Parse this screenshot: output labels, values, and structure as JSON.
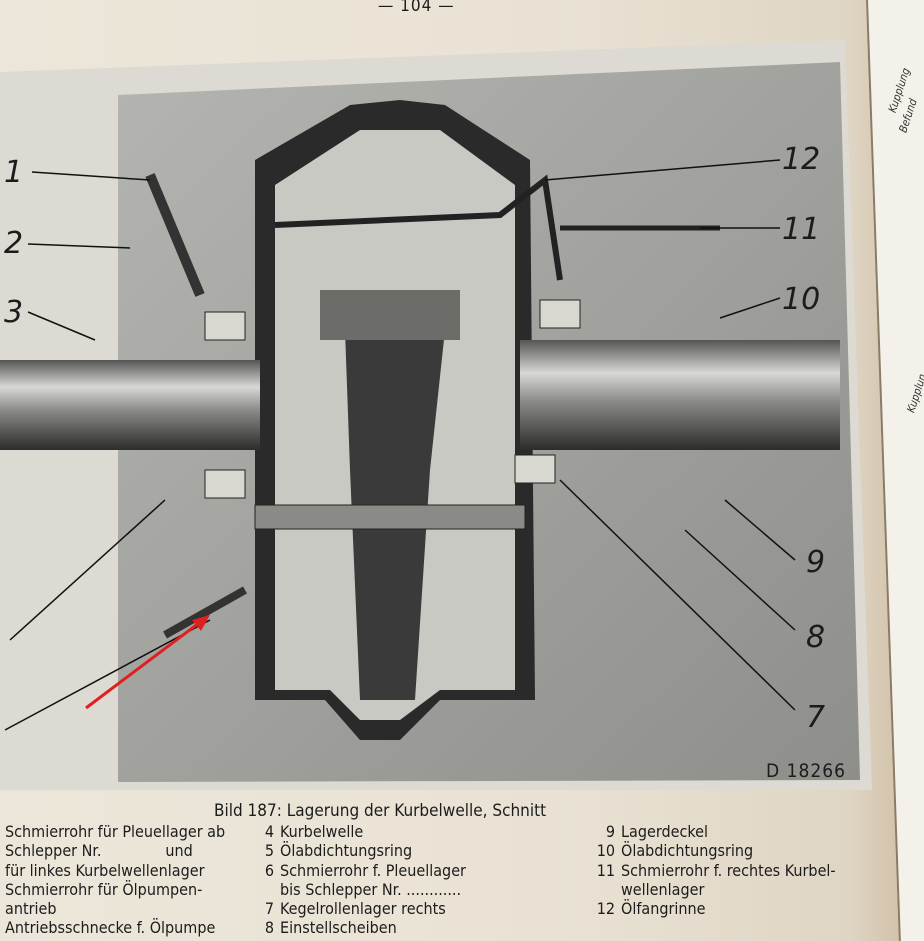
{
  "page_number": "— 104 —",
  "figure": {
    "drawing_code": "D 18266",
    "callouts": [
      "1",
      "2",
      "3",
      "7",
      "8",
      "9",
      "10",
      "11",
      "12"
    ],
    "colors": {
      "arrow": "#e02020",
      "background": "#9a9a98"
    }
  },
  "caption": {
    "title": "Bild 187: Lagerung der Kurbelwelle, Schnitt",
    "left_column": [
      "Schmierrohr für Pleuellager ab",
      "Schlepper Nr.              und",
      "für linkes Kurbelwellenlager",
      "Schmierrohr für Ölpumpen-",
      "antrieb",
      "Antriebsschnecke f. Ölpumpe"
    ],
    "middle_column": [
      {
        "num": "4",
        "text": "Kurbelwelle"
      },
      {
        "num": "5",
        "text": "Ölabdichtungsring"
      },
      {
        "num": "6",
        "text": "Schmierrohr f. Pleuellager"
      },
      {
        "num": "",
        "text": "bis Schlepper Nr. ............"
      },
      {
        "num": "7",
        "text": "Kegelrollenlager rechts"
      },
      {
        "num": "8",
        "text": "Einstellscheiben"
      }
    ],
    "right_column": [
      {
        "num": "9",
        "text": "Lagerdeckel"
      },
      {
        "num": "10",
        "text": "Ölabdichtungsring"
      },
      {
        "num": "11",
        "text": "Schmierrohr f. rechtes Kurbel-"
      },
      {
        "num": "",
        "text": "wellenlager"
      },
      {
        "num": "12",
        "text": "Ölfangrinne"
      }
    ]
  },
  "facing_page": {
    "fragments": [
      "Kupplung",
      "Befund",
      "Kupplun"
    ]
  }
}
